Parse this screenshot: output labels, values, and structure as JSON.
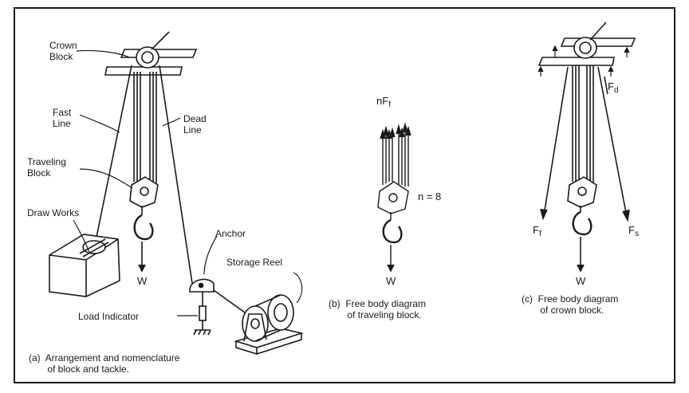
{
  "labels": {
    "crown_block": "Crown\nBlock",
    "fast_line": "Fast\nLine",
    "dead_line": "Dead\nLine",
    "traveling_block": "Traveling\nBlock",
    "draw_works": "Draw Works",
    "anchor": "Anchor",
    "storage_reel": "Storage Reel",
    "load_indicator": "Load Indicator",
    "w_a": "W",
    "w_b": "W",
    "w_c": "W",
    "nff_n": "nF",
    "nff_sub": "f",
    "n_eq": "n = 8",
    "ff": "F",
    "ff_sub": "f",
    "fs": "F",
    "fs_sub": "s",
    "fd": "F",
    "fd_sub": "d"
  },
  "captions": {
    "a": "(a)  Arrangement and nomenclature\n       of block and tackle.",
    "b": "(b)  Free body diagram\n       of traveling block.",
    "c": "(c)  Free body diagram\n       of crown block."
  },
  "colors": {
    "ink": "#1a1a1a",
    "paper": "#ffffff"
  }
}
